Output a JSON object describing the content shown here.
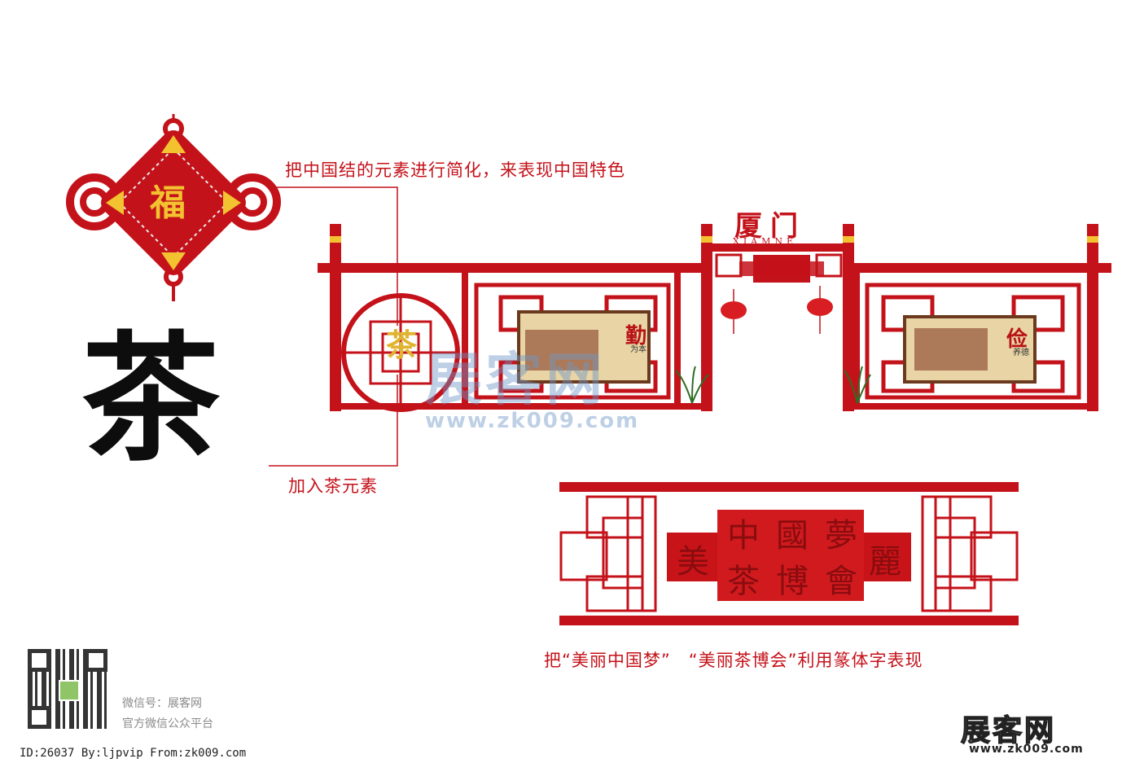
{
  "captions": {
    "knot_note": "把中国结的元素进行简化，来表现中国特色",
    "tea_note": "加入茶元素",
    "seal_note": "把“美丽中国梦”　“美丽茶博会”利用篆体字表现"
  },
  "knot": {
    "center_char": "福"
  },
  "tea_char": "茶",
  "gate": {
    "title": "厦门",
    "subtitle": "XIAMNE",
    "circle_char": "茶",
    "left_panel": {
      "big": "勤",
      "small": "为本"
    },
    "right_panel": {
      "big": "俭",
      "small": "养德"
    }
  },
  "seal_panel": {
    "chars": [
      "美",
      "中",
      "國",
      "夢",
      "麗",
      "茶",
      "博",
      "會"
    ]
  },
  "watermark": {
    "main": "展客网",
    "url": "www.zk009.com"
  },
  "brand": {
    "main": "展客网",
    "url": "www.zk009.com"
  },
  "wechat": {
    "line1": "微信号：展客网",
    "line2": "官方微信公众平台"
  },
  "footer": {
    "id_line": "ID:26037 By:ljpvip From:zk009.com"
  },
  "colors": {
    "red": "#c4121a",
    "gold": "#f2c230",
    "dark_red": "#8a0c0f"
  }
}
